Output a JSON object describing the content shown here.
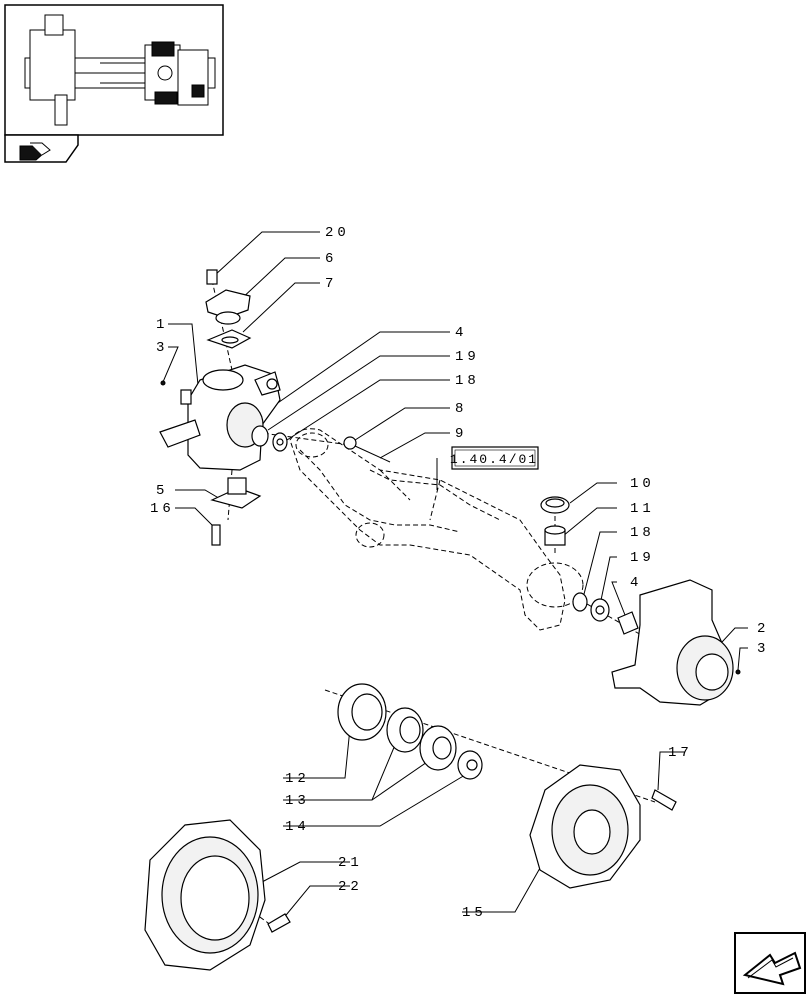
{
  "reference_box": {
    "text": "1.40.4/01"
  },
  "callouts": [
    {
      "id": "c20",
      "text": "20"
    },
    {
      "id": "c6",
      "text": "6"
    },
    {
      "id": "c7",
      "text": "7"
    },
    {
      "id": "c1",
      "text": "1"
    },
    {
      "id": "c3a",
      "text": "3"
    },
    {
      "id": "c4a",
      "text": "4"
    },
    {
      "id": "c19a",
      "text": "19"
    },
    {
      "id": "c18a",
      "text": "18"
    },
    {
      "id": "c8",
      "text": "8"
    },
    {
      "id": "c9",
      "text": "9"
    },
    {
      "id": "c5",
      "text": "5"
    },
    {
      "id": "c16",
      "text": "16"
    },
    {
      "id": "c10",
      "text": "10"
    },
    {
      "id": "c11",
      "text": "11"
    },
    {
      "id": "c18b",
      "text": "18"
    },
    {
      "id": "c19b",
      "text": "19"
    },
    {
      "id": "c4b",
      "text": "4"
    },
    {
      "id": "c2",
      "text": "2"
    },
    {
      "id": "c3b",
      "text": "3"
    },
    {
      "id": "c17",
      "text": "17"
    },
    {
      "id": "c12",
      "text": "12"
    },
    {
      "id": "c13",
      "text": "13"
    },
    {
      "id": "c14",
      "text": "14"
    },
    {
      "id": "c21",
      "text": "21"
    },
    {
      "id": "c22",
      "text": "22"
    },
    {
      "id": "c15",
      "text": "15"
    }
  ],
  "icons": {
    "top_left_thumbnail": "axle-assembly-thumbnail",
    "section_icon": "folder-tab-icon",
    "nav_icon": "previous-page-arrow-icon"
  }
}
